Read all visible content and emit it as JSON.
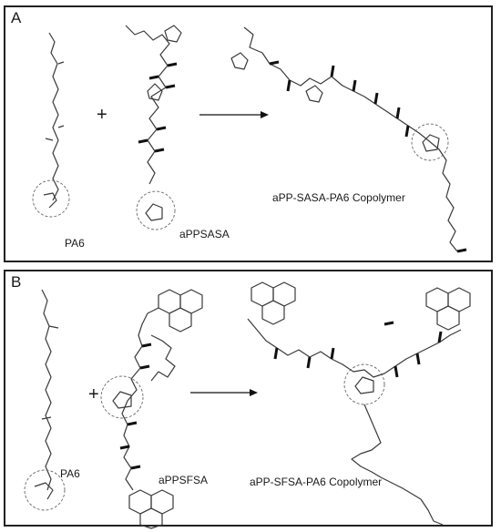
{
  "panels": [
    {
      "letter": "A",
      "labels": {
        "left_monomer": "PA6",
        "middle_monomer": "aPPSASA",
        "product": "aPP-SASA-PA6 Copolymer"
      },
      "plus": "+"
    },
    {
      "letter": "B",
      "labels": {
        "left_monomer": "PA6",
        "middle_monomer": "aPPSFSA",
        "product": "aPP-SFSA-PA6 Copolymer"
      },
      "plus": "+"
    }
  ],
  "colors": {
    "line": "#3a3a3a",
    "border": "#222222",
    "background": "#ffffff"
  }
}
